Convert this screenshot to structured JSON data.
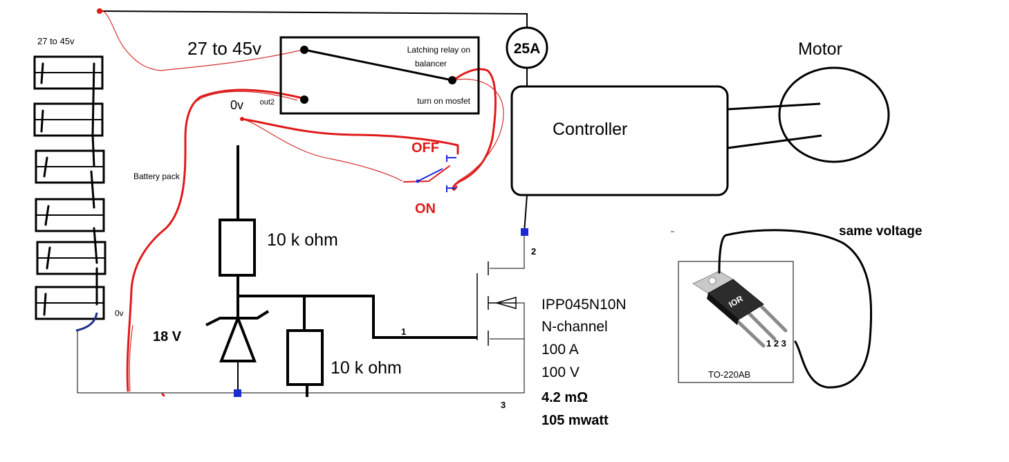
{
  "labels": {
    "battery_top": "27 to 45v",
    "battery_pack": "Battery pack",
    "battery_bottom": "0v",
    "relay_input": "27 to 45v",
    "relay_text_1": "Latching relay on",
    "relay_text_2": "balancer",
    "relay_out": "out2",
    "relay_mosfet": "turn on mosfet",
    "zero_v": "0v",
    "switch_off": "OFF",
    "switch_on": "ON",
    "fuse": "25A",
    "controller": "Controller",
    "motor": "Motor",
    "resistor_top": "10 k ohm",
    "resistor_bottom": "10 k ohm",
    "zener": "18 V",
    "pin_gate": "1",
    "pin_drain": "2",
    "pin_source": "3",
    "same_voltage": "same voltage",
    "package": "TO-220AB",
    "pins": "1 2 3",
    "brand": "IOR"
  },
  "mosfet_specs": {
    "part": "IPP045N10N",
    "type": "N-channel",
    "current": "100 A",
    "voltage": "100 V",
    "resistance": "4.2 mΩ",
    "power": "105 mwatt"
  },
  "colors": {
    "wire": "#000000",
    "red_wire": "#e01919",
    "ground_wire": "#1f2f8a",
    "junction": "#1a2bd4"
  }
}
